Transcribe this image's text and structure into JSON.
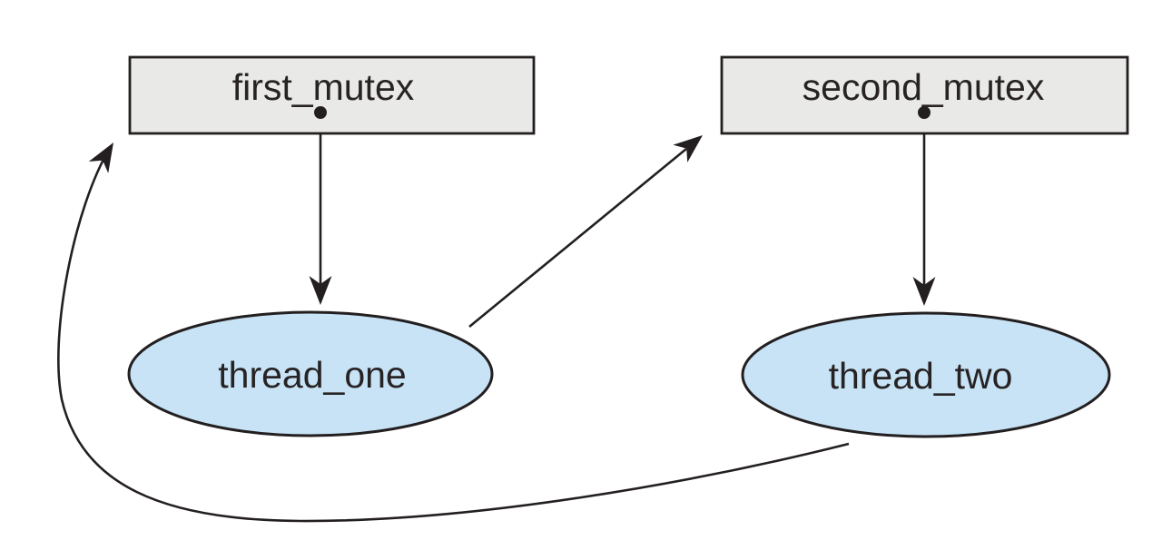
{
  "diagram": {
    "kind": "resource-allocation-graph",
    "nodes": [
      {
        "id": "first_mutex",
        "label": "first_mutex",
        "shape": "rectangle",
        "has_dot": true
      },
      {
        "id": "second_mutex",
        "label": "second_mutex",
        "shape": "rectangle",
        "has_dot": true
      },
      {
        "id": "thread_one",
        "label": "thread_one",
        "shape": "ellipse"
      },
      {
        "id": "thread_two",
        "label": "thread_two",
        "shape": "ellipse"
      }
    ],
    "edges": [
      {
        "from": "first_mutex",
        "to": "thread_one",
        "style": "straight-vertical-arrow"
      },
      {
        "from": "second_mutex",
        "to": "thread_two",
        "style": "straight-vertical-arrow"
      },
      {
        "from": "thread_one",
        "to": "second_mutex",
        "style": "straight-diagonal-arrow"
      },
      {
        "from": "thread_two",
        "to": "first_mutex",
        "style": "curved-arrow"
      }
    ]
  },
  "colors": {
    "background": "#ffffff",
    "box_fill": "#e9e9e7",
    "ellipse_fill": "#c7e3f5",
    "stroke": "#231f20",
    "text": "#272324"
  }
}
